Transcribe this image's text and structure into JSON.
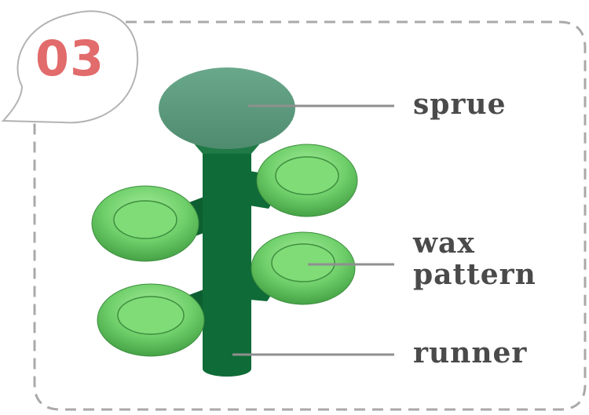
{
  "step_number": "03",
  "labels": {
    "sprue": "sprue",
    "wax_line1": "wax",
    "wax_line2": "pattern",
    "runner": "runner"
  },
  "colors": {
    "step_number": "#e26b6b",
    "label_text": "#4a4a4a",
    "leader_line": "#8f8f8f",
    "dashed_frame": "#a9a9a9",
    "sprue_cup": "#5f9c80",
    "runner": "#0f6b37",
    "ring": "#6fcf6a",
    "ring_inner": "#7fdc77"
  }
}
